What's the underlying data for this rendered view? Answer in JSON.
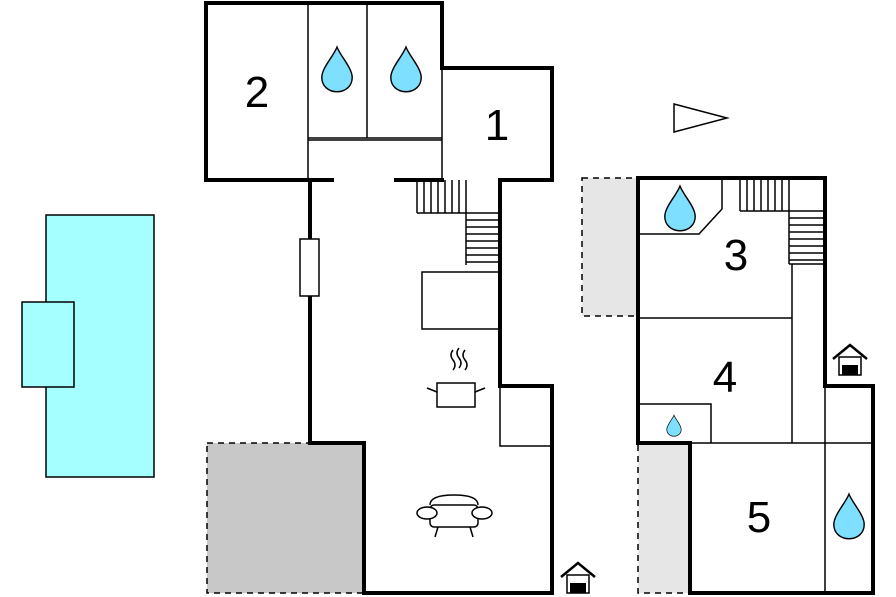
{
  "rooms": [
    {
      "id": "room-1",
      "label": "1"
    },
    {
      "id": "room-2",
      "label": "2"
    },
    {
      "id": "room-3",
      "label": "3"
    },
    {
      "id": "room-4",
      "label": "4"
    },
    {
      "id": "room-5",
      "label": "5"
    }
  ],
  "colors": {
    "pool": "#a6ffff",
    "water_drop": "#7fdfff",
    "terrace": "#c8c8c8",
    "terrace_light": "#e6e6e6",
    "wall": "#000000"
  },
  "icons": [
    "water-drop-icon",
    "stove-icon",
    "sofa-icon",
    "entrance-house-icon",
    "north-arrow-icon",
    "staircase"
  ]
}
